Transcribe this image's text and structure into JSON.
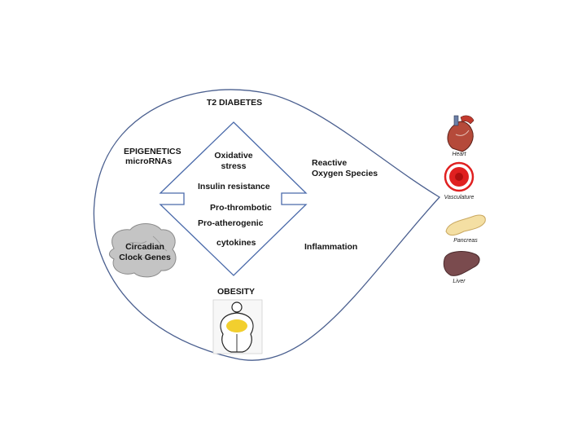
{
  "diagram": {
    "top_label": "T2 DIABETES",
    "bottom_label": "OBESITY",
    "left_labels": {
      "epigenetics_line1": "EPIGENETICS",
      "epigenetics_line2": "microRNAs",
      "circadian_line1": "Circadian",
      "circadian_line2": "Clock Genes"
    },
    "right_labels": {
      "ros_line1": "Reactive",
      "ros_line2": "Oxygen Species",
      "inflammation": "Inflammation"
    },
    "center_terms": {
      "oxidative_line1": "Oxidative",
      "oxidative_line2": "stress",
      "insulin": "Insulin resistance",
      "prothrombotic": "Pro-thrombotic",
      "proatherogenic": "Pro-atherogenic",
      "cytokines": "cytokines"
    },
    "organs": [
      {
        "name": "Heart",
        "icon": "heart-icon"
      },
      {
        "name": "Vasculature",
        "icon": "vessel-icon"
      },
      {
        "name": "Pancreas",
        "icon": "pancreas-icon"
      },
      {
        "name": "Liver",
        "icon": "liver-icon"
      }
    ],
    "colors": {
      "outline": "#4a5f8f",
      "diamond": "#4a6aaa",
      "brain": "#c4c4c4",
      "heart": "#b54a3a",
      "vessel": "#e02020",
      "pancreas": "#f4dfa3",
      "liver": "#7a4b4e",
      "obesity_fat": "#f2cf2e"
    }
  }
}
